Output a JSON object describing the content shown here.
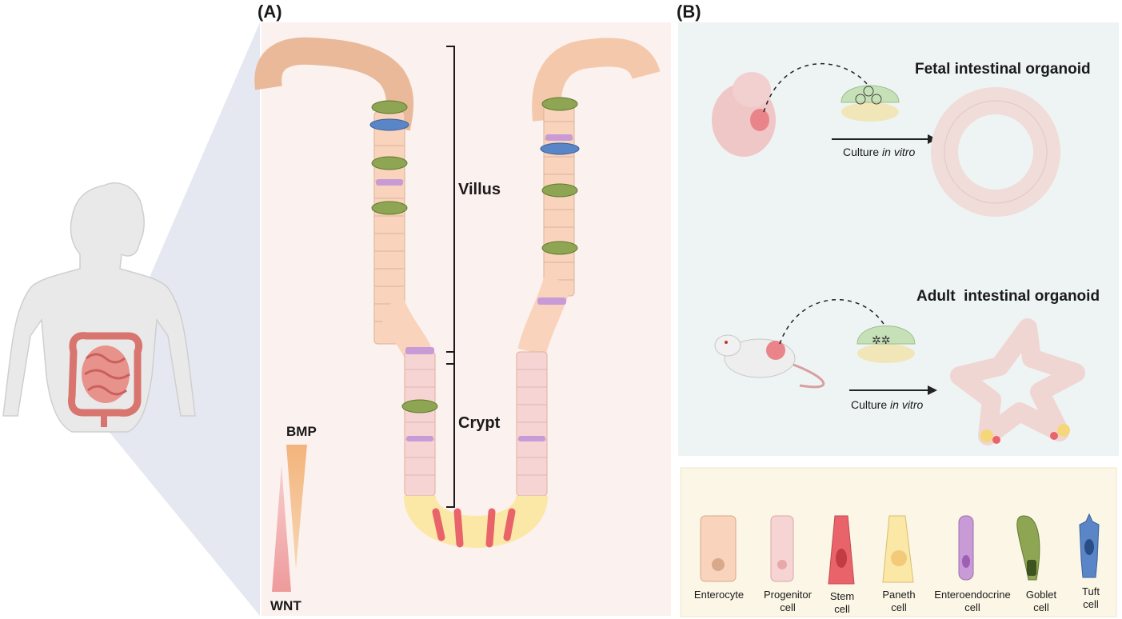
{
  "panels": {
    "a": "(A)",
    "b": "(B)"
  },
  "villus_diagram": {
    "villus_label": "Villus",
    "crypt_label": "Crypt",
    "bmp_label": "BMP",
    "wnt_label": "WNT"
  },
  "organoids": {
    "fetal_title": "Fetal intestinal organoid",
    "adult_title": "Adult  intestinal organoid",
    "culture_prefix": "Culture ",
    "culture_italic": "in vitro"
  },
  "legend": [
    {
      "line1": "Enterocyte",
      "line2": ""
    },
    {
      "line1": "Progenitor",
      "line2": "cell"
    },
    {
      "line1": "Stem",
      "line2": "cell"
    },
    {
      "line1": "Paneth",
      "line2": "cell"
    },
    {
      "line1": "Enteroendocrine",
      "line2": "cell"
    },
    {
      "line1": "Goblet",
      "line2": "cell"
    },
    {
      "line1": "Tuft",
      "line2": "cell"
    }
  ],
  "colors": {
    "enterocyte": "#f9d3bb",
    "progenitor": "#f6d4d4",
    "stem": "#e9646a",
    "paneth": "#fbe7a6",
    "enteroendocrine": "#c89ad6",
    "goblet": "#8ea653",
    "tuft": "#5a86c8",
    "panel_a_bg": "#fbf1ee",
    "panel_b_bg": "#eef4f3",
    "legend_bg": "#fbf6e6",
    "bmp": "#f3b47c",
    "wnt": "#ee9a9b"
  }
}
